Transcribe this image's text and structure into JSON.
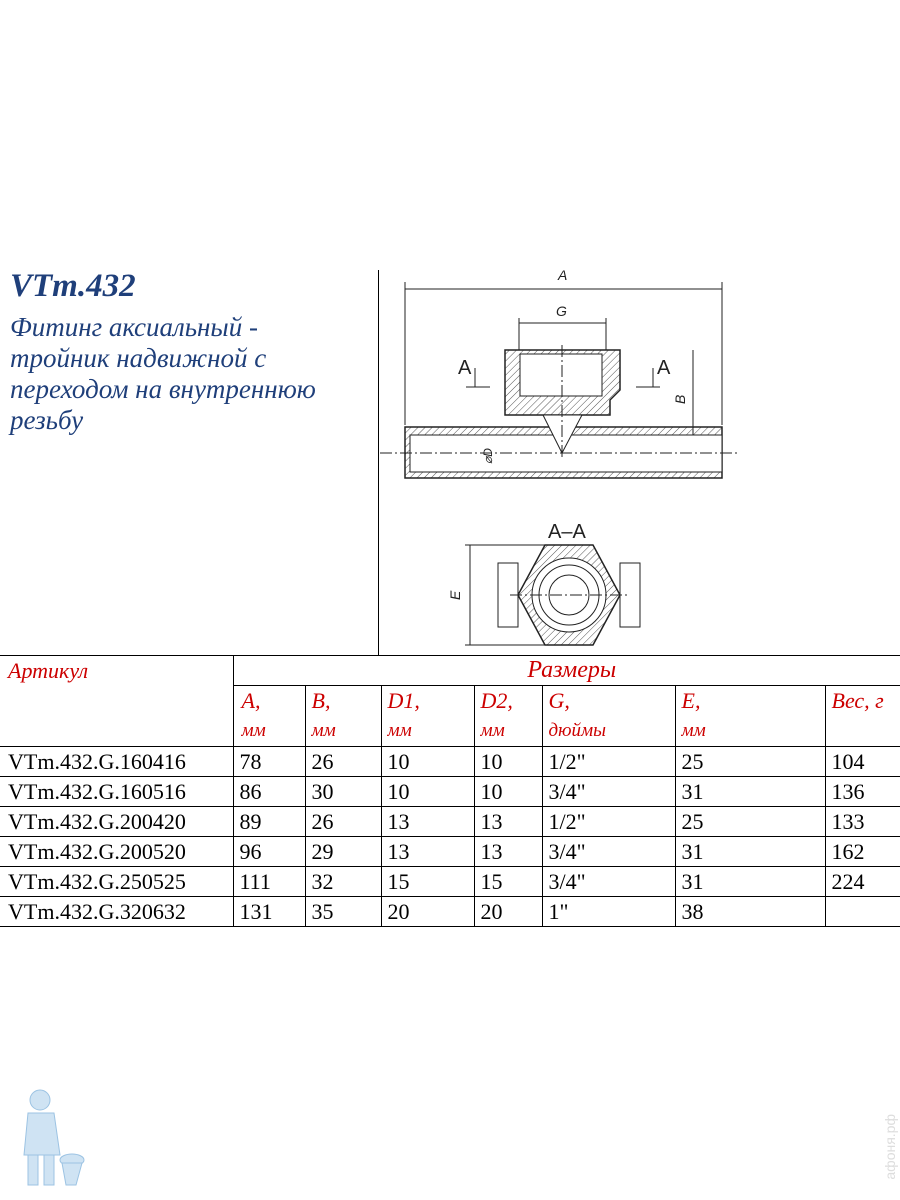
{
  "product": {
    "code": "VTm.432",
    "name": "Фитинг аксиальный - тройник надвижной с переходом на внутреннюю резьбу"
  },
  "drawing": {
    "labels": {
      "A": "A",
      "G": "G",
      "B": "B",
      "D": "⌀D",
      "E": "E",
      "section": "A–A",
      "cut_left": "A",
      "cut_right": "A"
    }
  },
  "table": {
    "article_header": "Артикул",
    "sizes_header": "Размеры",
    "columns": [
      {
        "name": "A,",
        "unit": "мм"
      },
      {
        "name": "B,",
        "unit": "мм"
      },
      {
        "name": "D1,",
        "unit": "мм"
      },
      {
        "name": "D2,",
        "unit": "мм"
      },
      {
        "name": "G,",
        "unit": "дюймы"
      },
      {
        "name": "E,",
        "unit": "мм"
      },
      {
        "name": "Вес, г",
        "unit": ""
      }
    ],
    "rows": [
      [
        "VTm.432.G.160416",
        "78",
        "26",
        "10",
        "10",
        "1/2\"",
        "25",
        "104"
      ],
      [
        "VTm.432.G.160516",
        "86",
        "30",
        "10",
        "10",
        "3/4\"",
        "31",
        "136"
      ],
      [
        "VTm.432.G.200420",
        "89",
        "26",
        "13",
        "13",
        "1/2\"",
        "25",
        "133"
      ],
      [
        "VTm.432.G.200520",
        "96",
        "29",
        "13",
        "13",
        "3/4\"",
        "31",
        "162"
      ],
      [
        "VTm.432.G.250525",
        "111",
        "32",
        "15",
        "15",
        "3/4\"",
        "31",
        "224"
      ],
      [
        "VTm.432.G.320632",
        "131",
        "35",
        "20",
        "20",
        "1\"",
        "38",
        ""
      ]
    ]
  },
  "watermark": "афоня.рф",
  "colors": {
    "title": "#1f3f7a",
    "header": "#cc0000"
  }
}
